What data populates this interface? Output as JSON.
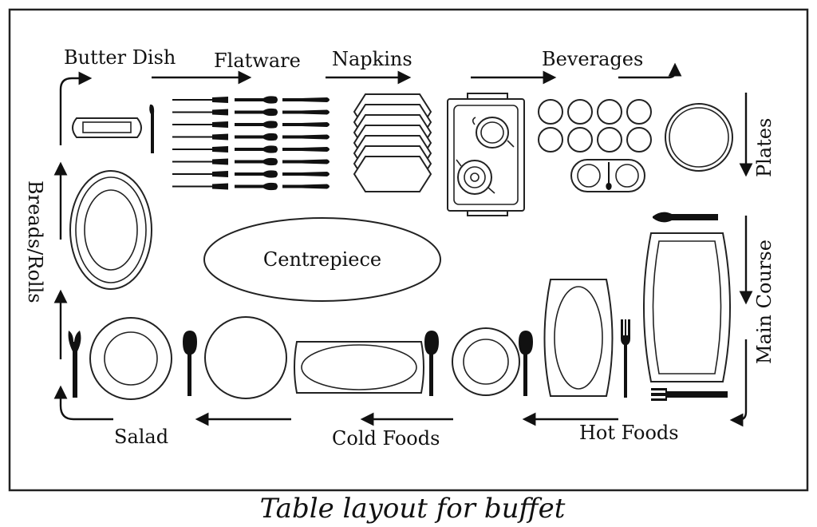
{
  "labels": {
    "butter_dish": "Butter Dish",
    "flatware": "Flatware",
    "napkins": "Napkins",
    "beverages": "Beverages",
    "plates": "Plates",
    "main_course": "Main Course",
    "hot_foods": "Hot Foods",
    "cold_foods": "Cold Foods",
    "salad": "Salad",
    "breads_rolls": "Breads/Rolls",
    "centrepiece": "Centrepiece"
  },
  "caption": "Table layout for buffet",
  "colors": {
    "ink": "#111111",
    "background": "#ffffff"
  }
}
